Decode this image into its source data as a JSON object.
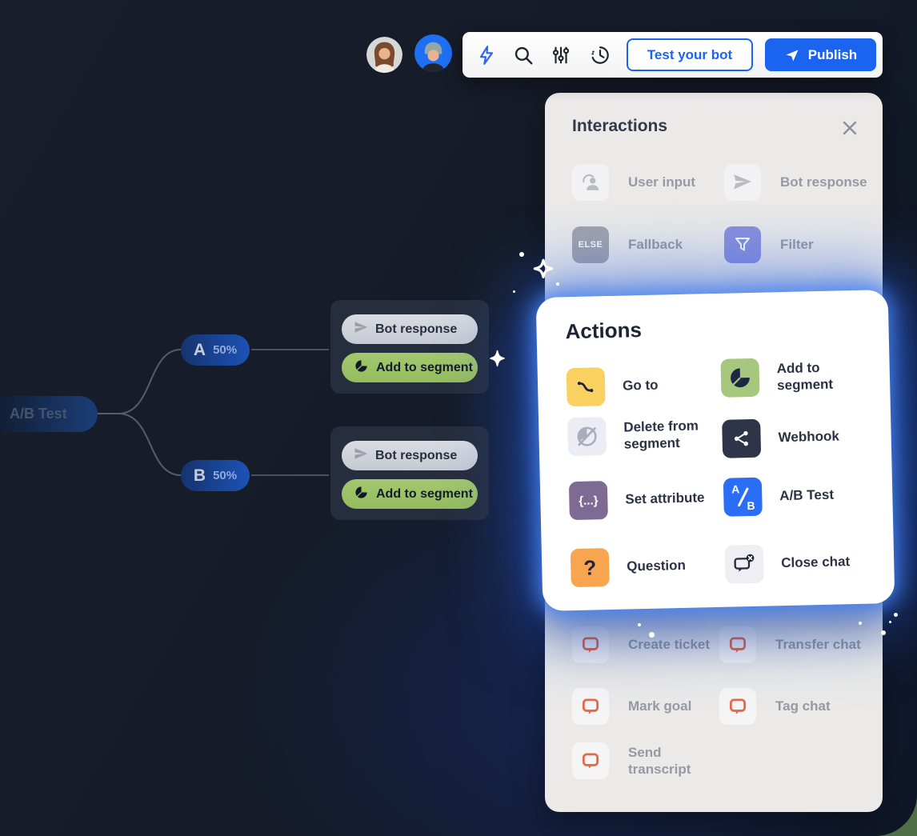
{
  "topbar": {
    "avatars": [
      {
        "name": "teammate-woman"
      },
      {
        "name": "teammate-man"
      }
    ],
    "tools": [
      "lightning",
      "search",
      "tune",
      "history"
    ],
    "test_button_label": "Test your bot",
    "publish_button_label": "Publish"
  },
  "interactions_panel": {
    "title": "Interactions",
    "items": [
      {
        "label": "User input",
        "icon": "user-input-icon"
      },
      {
        "label": "Bot response",
        "icon": "paper-plane-icon"
      },
      {
        "label": "Fallback",
        "icon": "else-badge",
        "badge": "ELSE"
      },
      {
        "label": "Filter",
        "icon": "funnel-icon"
      }
    ],
    "more_items": [
      {
        "label": "Create ticket",
        "icon": "livechat-bubble-icon"
      },
      {
        "label": "Transfer chat",
        "icon": "livechat-bubble-icon"
      },
      {
        "label": "Mark goal",
        "icon": "livechat-bubble-icon"
      },
      {
        "label": "Tag chat",
        "icon": "livechat-bubble-icon"
      },
      {
        "label": "Send transcript",
        "icon": "livechat-bubble-icon"
      }
    ]
  },
  "actions_panel": {
    "title": "Actions",
    "items": [
      {
        "label": "Go to",
        "icon": "route-icon"
      },
      {
        "label": "Add to segment",
        "icon": "pie-segment-icon"
      },
      {
        "label": "Delete from segment",
        "icon": "pie-segment-slash-icon"
      },
      {
        "label": "Webhook",
        "icon": "share-nodes-icon"
      },
      {
        "label": "Set attribute",
        "icon": "braces-icon",
        "icon_text": "{...}"
      },
      {
        "label": "A/B Test",
        "icon": "ab-icon",
        "icon_a": "A",
        "icon_b": "B"
      },
      {
        "label": "Question",
        "icon": "question-icon",
        "icon_text": "?"
      },
      {
        "label": "Close chat",
        "icon": "chat-close-icon"
      }
    ]
  },
  "flow": {
    "root_label": "A/B Test",
    "branches": [
      {
        "letter": "A",
        "percent": "50%"
      },
      {
        "letter": "B",
        "percent": "50%"
      }
    ],
    "card_steps": {
      "bot_response": "Bot response",
      "add_to_segment": "Add to segment"
    }
  },
  "colors": {
    "accent_blue": "#1b64f0",
    "glow_blue": "#3b82f6",
    "panel_gray": "#ebeae9",
    "bg_navy": "#161c2a",
    "corner_green": "#4f7046",
    "action_yellow": "#f8d160",
    "action_green": "#a6c87e",
    "action_purple": "#7d6b94",
    "action_dark_navy": "#2f3548",
    "action_blue": "#2b6ef6",
    "action_orange": "#f8a54f",
    "filter_purple": "#8b90dc",
    "livechat_orange": "#e2694a",
    "step_pill_green": "#9cc464"
  }
}
